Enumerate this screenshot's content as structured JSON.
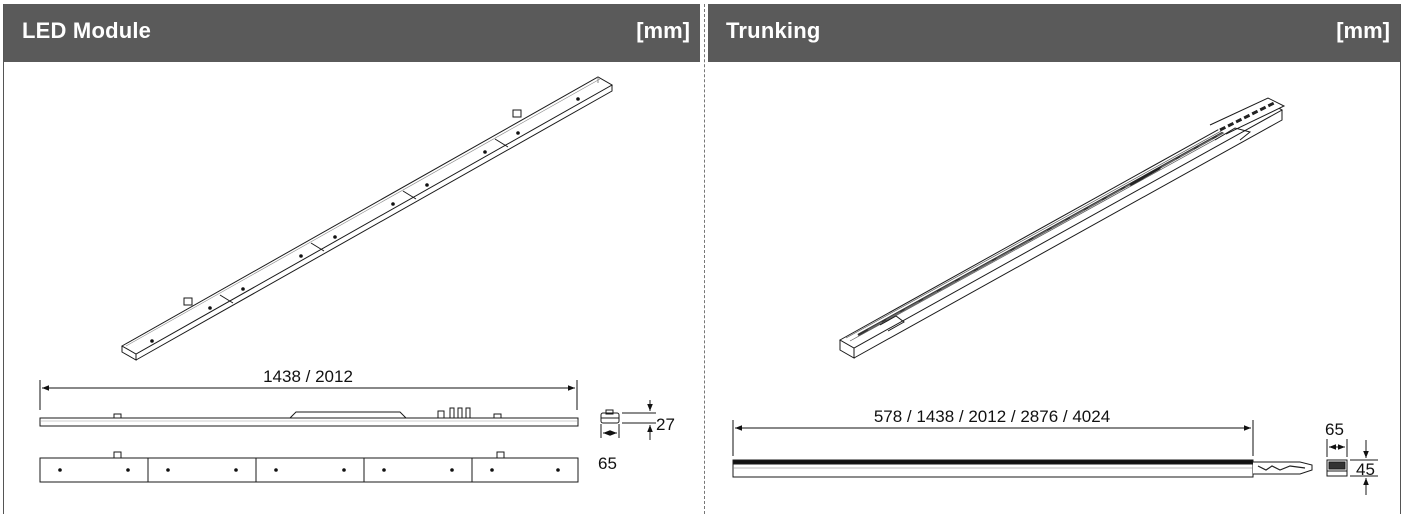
{
  "panels": {
    "left": {
      "title": "LED Module",
      "unit": "[mm]"
    },
    "right": {
      "title": "Trunking",
      "unit": "[mm]"
    }
  },
  "dimensions": {
    "led_length": "1438 / 2012",
    "led_height": "27",
    "led_width": "65",
    "trunking_length": "578 / 1438 / 2012 / 2876 / 4024",
    "trunking_width": "65",
    "trunking_height": "45"
  },
  "colors": {
    "header_bg": "#5a5a5a",
    "header_text": "#ffffff",
    "line": "#1a1a1a"
  }
}
